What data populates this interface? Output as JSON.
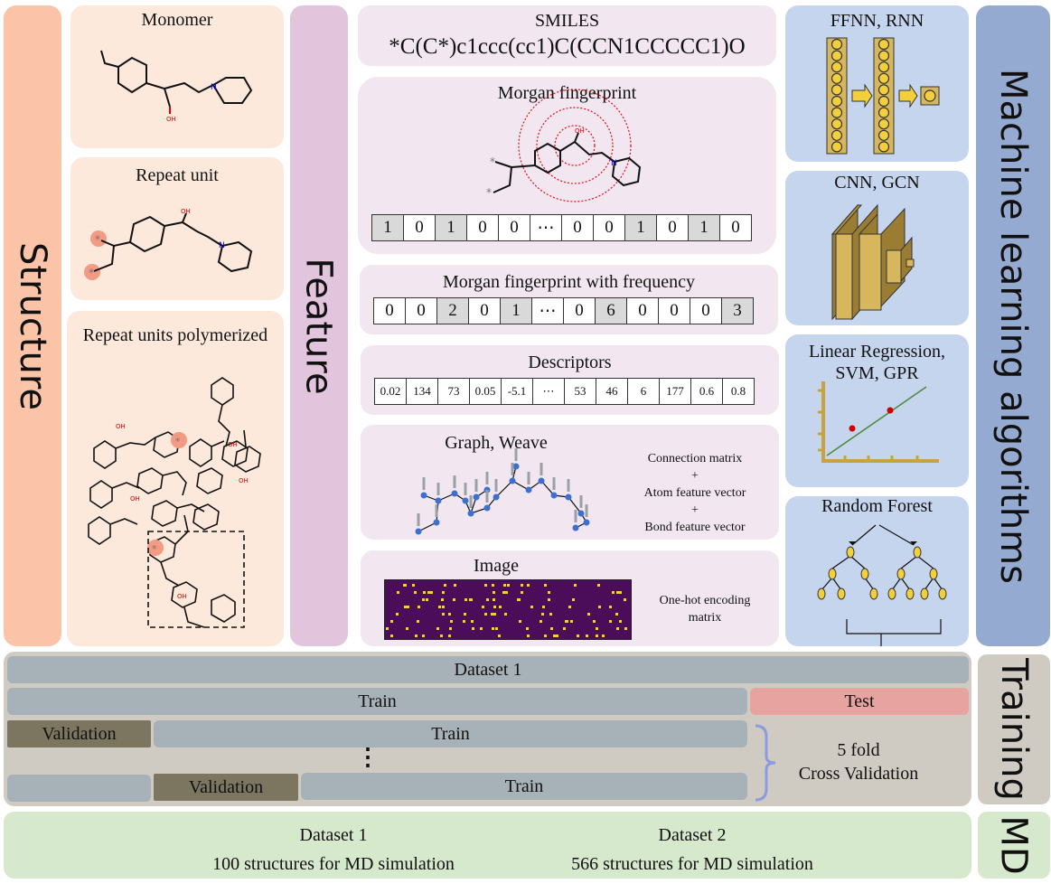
{
  "sections": {
    "structure": "Structure",
    "feature": "Feature",
    "ml": "Machine learning algorithms",
    "training": "Training",
    "md": "MD"
  },
  "structure_panels": {
    "monomer": "Monomer",
    "repeat_unit": "Repeat unit",
    "polymerized": "Repeat units polymerized"
  },
  "features": {
    "smiles_title": "SMILES",
    "smiles_value": "*C(C*)c1ccc(cc1)C(CCN1CCCCC1)O",
    "morgan_title": "Morgan fingerprint",
    "morgan_bits": [
      "1",
      "0",
      "1",
      "0",
      "0",
      "⋯",
      "0",
      "0",
      "1",
      "0",
      "1",
      "0"
    ],
    "morgan_highlight": [
      true,
      false,
      true,
      false,
      false,
      false,
      false,
      false,
      true,
      false,
      true,
      false
    ],
    "morgan_freq_title": "Morgan fingerprint with frequency",
    "morgan_freq_values": [
      "0",
      "0",
      "2",
      "0",
      "1",
      "⋯",
      "0",
      "6",
      "0",
      "0",
      "0",
      "3"
    ],
    "morgan_freq_highlight": [
      false,
      false,
      true,
      false,
      true,
      false,
      false,
      true,
      false,
      false,
      false,
      true
    ],
    "descriptors_title": "Descriptors",
    "descriptor_values": [
      "0.02",
      "134",
      "73",
      "0.05",
      "-5.1",
      "⋯",
      "53",
      "46",
      "6",
      "177",
      "0.6",
      "0.8"
    ],
    "graph_title": "Graph, Weave",
    "graph_lines": [
      "Connection matrix",
      "+",
      "Atom feature vector",
      "+",
      "Bond feature vector"
    ],
    "image_title": "Image",
    "image_caption_1": "One-hot encoding",
    "image_caption_2": "matrix"
  },
  "ml_panels": {
    "ffnn": "FFNN, RNN",
    "cnn": "CNN, GCN",
    "linreg_1": "Linear Regression,",
    "linreg_2": "SVM, GPR",
    "rf": "Random Forest"
  },
  "training": {
    "dataset": "Dataset 1",
    "train": "Train",
    "test": "Test",
    "validation": "Validation",
    "ellipsis": "⋮",
    "cv_line1": "5 fold",
    "cv_line2": "Cross Validation"
  },
  "md": {
    "dataset1_title": "Dataset 1",
    "dataset1_desc": "100 structures for MD simulation",
    "dataset2_title": "Dataset 2",
    "dataset2_desc": "566 structures for MD simulation"
  },
  "colors": {
    "structure_label": "#fbc4a8",
    "structure_panel": "#fde9dc",
    "feature_label": "#e2c4dd",
    "feature_panel": "#f2e6f0",
    "ml_label": "#95aad0",
    "ml_panel": "#c5d5ee",
    "training_bg": "#cfcbc3",
    "bar_grey": "#a7b1b8",
    "validation": "#7c7660",
    "test": "#e7a3a0",
    "md_bg": "#d7e9cd"
  }
}
